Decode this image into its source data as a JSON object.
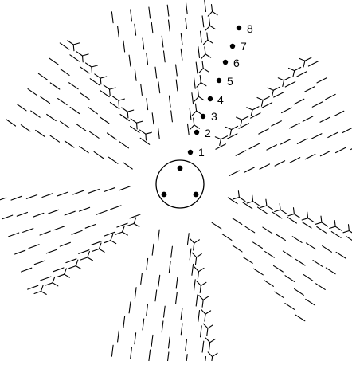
{
  "figure": {
    "center_element": "circle",
    "inner_dot_count": 3,
    "arm_count": 6,
    "mark_style": "dashed rays with chevron (V) marks along one edge",
    "colors": {
      "ink": "#000000",
      "background": "#ffffff"
    },
    "numbered_points": [
      {
        "label": "1"
      },
      {
        "label": "2"
      },
      {
        "label": "3"
      },
      {
        "label": "4"
      },
      {
        "label": "5"
      },
      {
        "label": "6"
      },
      {
        "label": "7"
      },
      {
        "label": "8"
      }
    ]
  }
}
